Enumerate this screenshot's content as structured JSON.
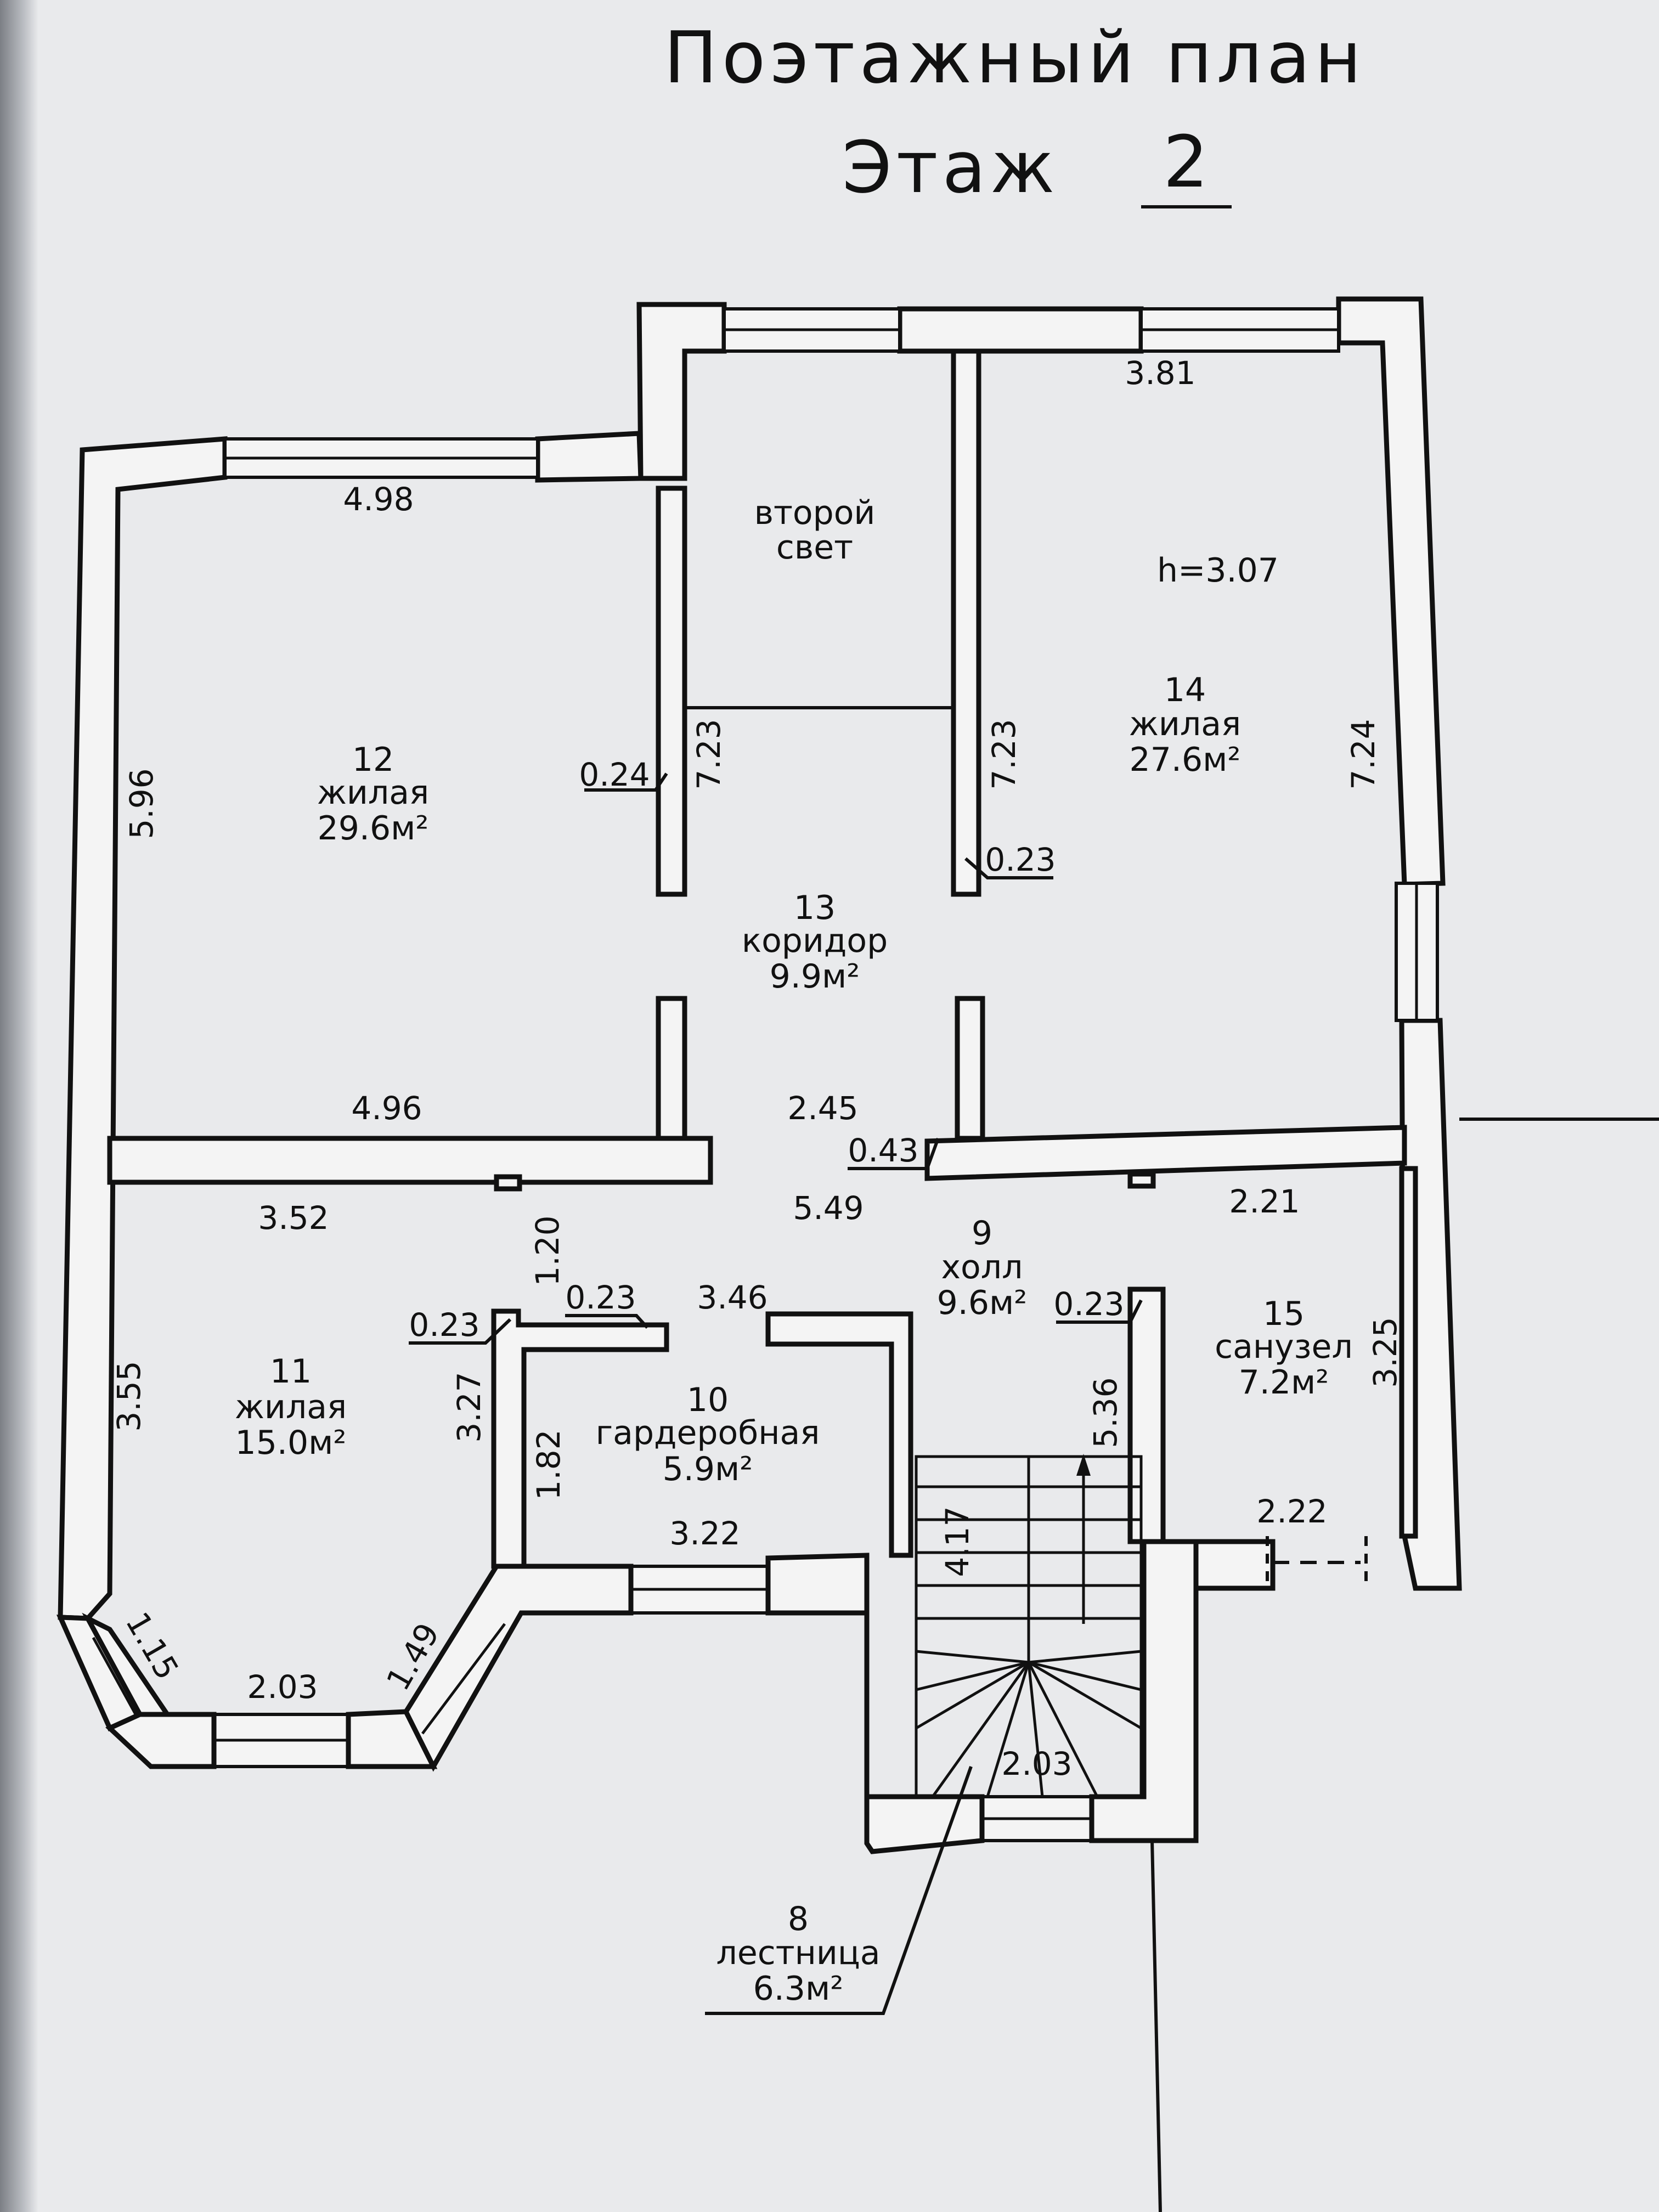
{
  "title": {
    "line1": "Поэтажный план",
    "floor_word": "Этаж",
    "floor_number": "2"
  },
  "rooms": {
    "r8": {
      "number": "8",
      "name": "лестница",
      "area": "6.3м²"
    },
    "r9": {
      "number": "9",
      "name": "холл",
      "area": "9.6м²"
    },
    "r10": {
      "number": "10",
      "name": "гардеробная",
      "area": "5.9м²"
    },
    "r11": {
      "number": "11",
      "name": "жилая",
      "area": "15.0м²"
    },
    "r12": {
      "number": "12",
      "name": "жилая",
      "area": "29.6м²"
    },
    "r13": {
      "number": "13",
      "name": "коридор",
      "area": "9.9м²"
    },
    "r14": {
      "number": "14",
      "name": "жилая",
      "area": "27.6м²"
    },
    "r15": {
      "number": "15",
      "name": "санузел",
      "area": "7.2м²"
    },
    "second_light_1": "второй",
    "second_light_2": "свет",
    "height": "h=3.07"
  },
  "dimensions": {
    "d498": "4.98",
    "d596": "5.96",
    "d496": "4.96",
    "d024": "0.24",
    "d723a": "7.23",
    "d723b": "7.23",
    "d023a": "0.23",
    "d381": "3.81",
    "d724": "7.24",
    "d245": "2.45",
    "d043": "0.43",
    "d549": "5.49",
    "d352": "3.52",
    "d120": "1.20",
    "d023b": "0.23",
    "d023c": "0.23",
    "d346": "3.46",
    "d023d": "0.23",
    "d221": "2.21",
    "d325": "3.25",
    "d355": "3.55",
    "d327": "3.27",
    "d182": "1.82",
    "d536": "5.36",
    "d417": "4.17",
    "d322": "3.22",
    "d222": "2.22",
    "d115": "1.15",
    "d203a": "2.03",
    "d149": "1.49",
    "d203b": "2.03"
  }
}
